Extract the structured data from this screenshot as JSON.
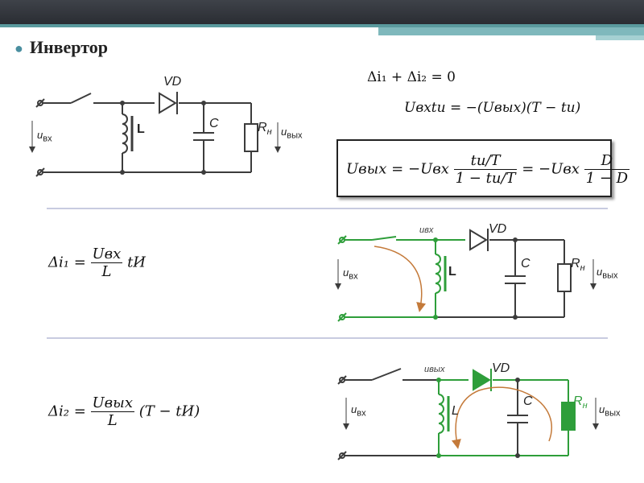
{
  "title": "Инвертор",
  "equations": {
    "eq_sum": "Δi₁ + Δi₂ = 0",
    "eq_balance": "Uвхtи = −(Uвых)(T − tи)",
    "eq_result_lhs": "Uвых = −Uвх",
    "eq_result_num1": "tи/T",
    "eq_result_den1": "1 − tи/T",
    "eq_result_mid": "= −Uвх",
    "eq_result_num2": "D",
    "eq_result_den2": "1 − D",
    "eq_di1_lhs": "Δi₁ =",
    "eq_di1_num": "Uвх",
    "eq_di1_den": "L",
    "eq_di1_tail": "tИ",
    "eq_di2_lhs": "Δi₂ =",
    "eq_di2_num": "Uвых",
    "eq_di2_den": "L",
    "eq_di2_tail": "(T − tИ)"
  },
  "circuit_labels": {
    "diode": "VD",
    "inductor": "L",
    "capacitor": "C",
    "resistor": "R",
    "resistor_sub": "н",
    "u_in": "u",
    "u_in_sub": "вх",
    "u_out": "u",
    "u_out_sub": "вых",
    "u_in_italic": "uвх",
    "u_out_italic": "uвых"
  },
  "colors": {
    "wire": "#3c3c3c",
    "active_path": "#2e9e3a",
    "current_arrow": "#c47a3a",
    "accent": "#4a8fa0"
  }
}
